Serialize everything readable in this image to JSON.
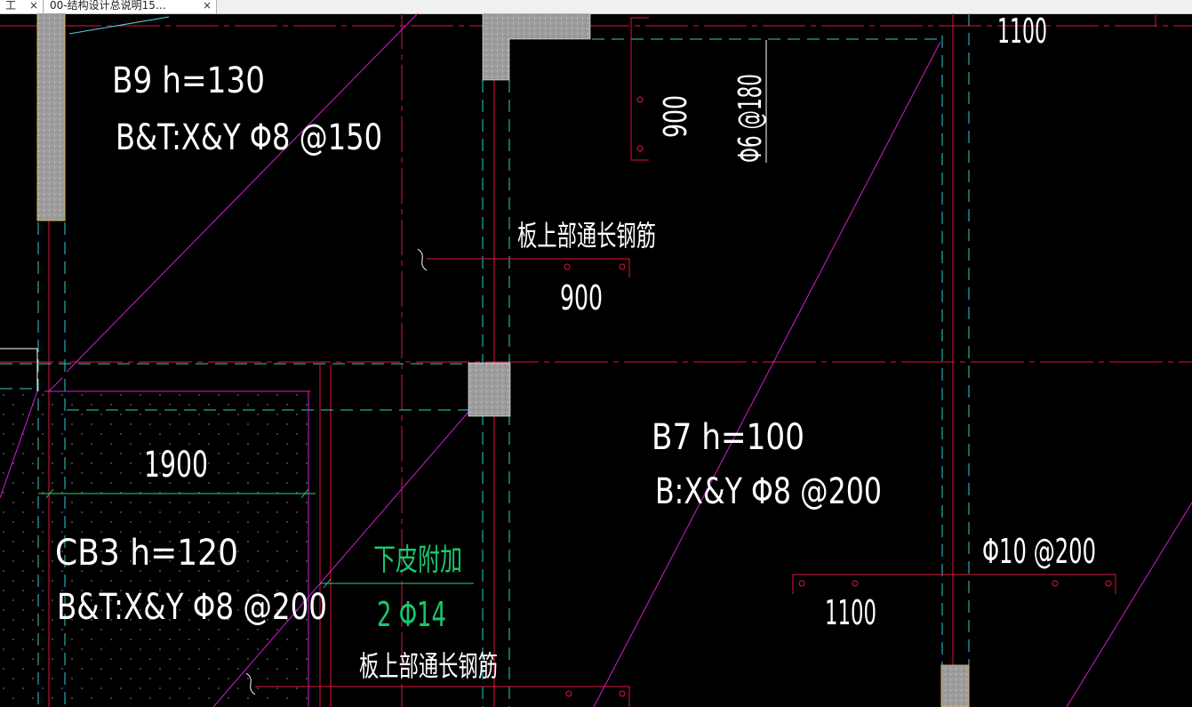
{
  "tabs": [
    {
      "label": "工",
      "close": "×"
    },
    {
      "label": "00-结构设计总说明15…",
      "close": "×"
    }
  ],
  "colors": {
    "background": "#000000",
    "red_axis": "#e0143c",
    "cyan_dash": "#33cccc",
    "magenta": "#d21ed2",
    "white_text": "#ffffff",
    "green_text": "#19c86e",
    "column_fill": "#9c9c9c",
    "dim_green": "#2bd07a"
  },
  "drawing": {
    "slab_b9_title": "B9    h=130",
    "slab_b9_rebar": "B&T:X&Y  Φ8 @150",
    "slab_b7_title": "B7    h=100",
    "slab_b7_rebar": "B:X&Y  Φ8 @200",
    "slab_cb3_title": "CB3    h=120",
    "slab_cb3_rebar": "B&T:X&Y  Φ8 @200",
    "top_through_rebar_1": "板上部通长钢筋",
    "top_through_rebar_2": "板上部通长钢筋",
    "dim_900_horizontal": "900",
    "dim_900_vertical": "900",
    "rebar_phi6_180": "Φ6 @180",
    "dim_1100_top": "1100",
    "dim_1100_bottom": "1100",
    "rebar_phi10_200": "Φ10 @200",
    "dim_1900": "1900",
    "bottom_additional": "下皮附加",
    "bottom_additional_bars": "2 Φ14"
  }
}
